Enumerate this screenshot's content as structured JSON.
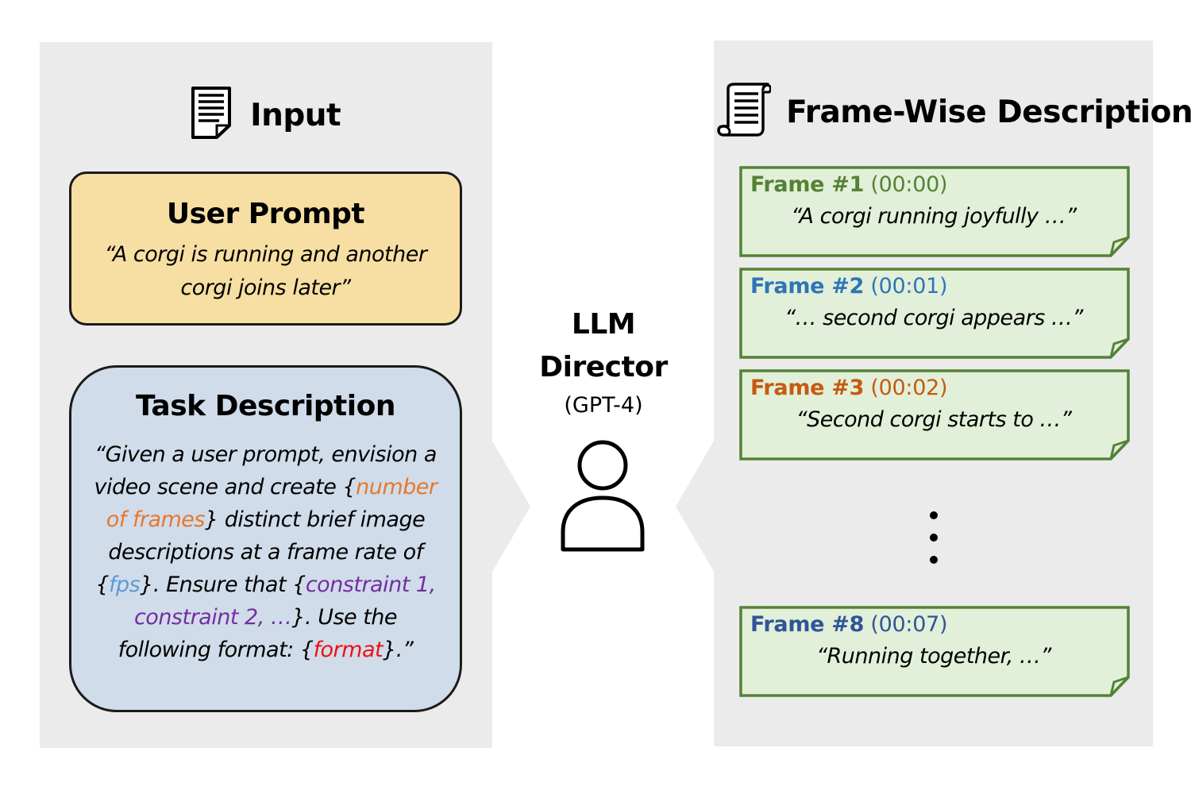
{
  "input_panel": {
    "title": "Input",
    "title_icon": "document-icon",
    "user_prompt": {
      "title": "User Prompt",
      "quote_line1": "“A corgi is running and another",
      "quote_line2": "corgi joins later”"
    },
    "task_description": {
      "title": "Task Description",
      "line1": "“Given a user prompt, envision a",
      "line2_a": "video scene and create {",
      "line2_b": "number",
      "line3_a": "of frames",
      "line3_b": "} distinct brief image",
      "line4": "descriptions at a frame rate of",
      "line5_a": "{",
      "line5_b": "fps",
      "line5_c": "}. Ensure that {",
      "line5_d": "constraint 1,",
      "line6_a": "constraint 2, …",
      "line6_b": "}. Use the",
      "line7_a": "following format: {",
      "line7_b": "format",
      "line7_c": "}.”"
    }
  },
  "director": {
    "name_line1": "LLM",
    "name_line2": "Director",
    "model": "(GPT-4)",
    "icon": "person-icon"
  },
  "output_panel": {
    "title": "Frame-Wise Descriptions",
    "title_icon": "scroll-icon",
    "frames": [
      {
        "label": "Frame #1",
        "time": "(00:00)",
        "desc": "“A corgi running joyfully …”",
        "color": "#548235"
      },
      {
        "label": "Frame #2",
        "time": "(00:01)",
        "desc": "“… second corgi appears …”",
        "color": "#2e75b6"
      },
      {
        "label": "Frame #3",
        "time": "(00:02)",
        "desc": "“Second corgi starts to …”",
        "color": "#c55a11"
      },
      {
        "label": "Frame #8",
        "time": "(00:07)",
        "desc": "“Running together, …”",
        "color": "#2f5597"
      }
    ],
    "ellipsis_icon": "vertical-ellipsis-icon"
  },
  "colors": {
    "panel_bg": "#ebebeb",
    "user_prompt_bg": "#f7dfa3",
    "task_bg": "#d1dcea",
    "frame_bg": "#e2f0d9",
    "frame_border": "#548235"
  }
}
